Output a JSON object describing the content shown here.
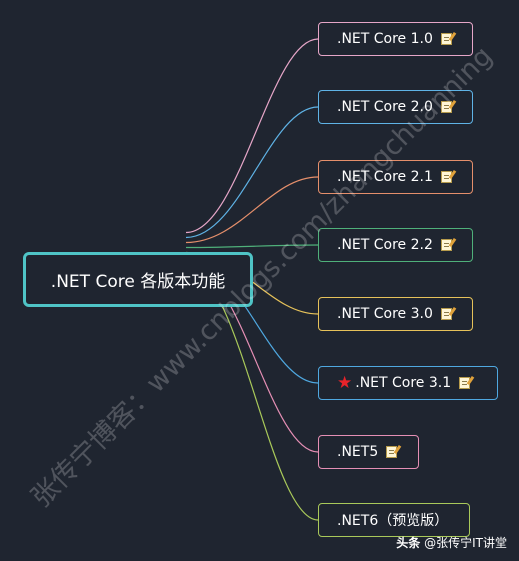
{
  "center": {
    "label": ".NET Core 各版本功能",
    "border_color": "#4fc4c6"
  },
  "branches": [
    {
      "label": ".NET Core 1.0",
      "color": "#e6a6c8",
      "note": true,
      "star": false
    },
    {
      "label": ".NET Core 2.0",
      "color": "#5fb3e6",
      "note": true,
      "star": false
    },
    {
      "label": ".NET Core 2.1",
      "color": "#e58f6b",
      "note": true,
      "star": false
    },
    {
      "label": ".NET Core 2.2",
      "color": "#4fb07a",
      "note": true,
      "star": false
    },
    {
      "label": ".NET Core 3.0",
      "color": "#e6c25a",
      "note": true,
      "star": false
    },
    {
      "label": ".NET Core 3.1",
      "color": "#4fa8e0",
      "note": true,
      "star": true
    },
    {
      "label": ".NET5",
      "color": "#e58fb5",
      "note": true,
      "star": false
    },
    {
      "label": ".NET6（预览版）",
      "color": "#a9c95a",
      "note": false,
      "star": false
    }
  ],
  "watermark": "张传宁博客：www.cnblogs.com/zhangchuanning",
  "footer": {
    "prefix": "头条",
    "handle": "@张传宁IT讲堂"
  },
  "icons": {
    "note": "note-icon",
    "star": "star-icon"
  }
}
